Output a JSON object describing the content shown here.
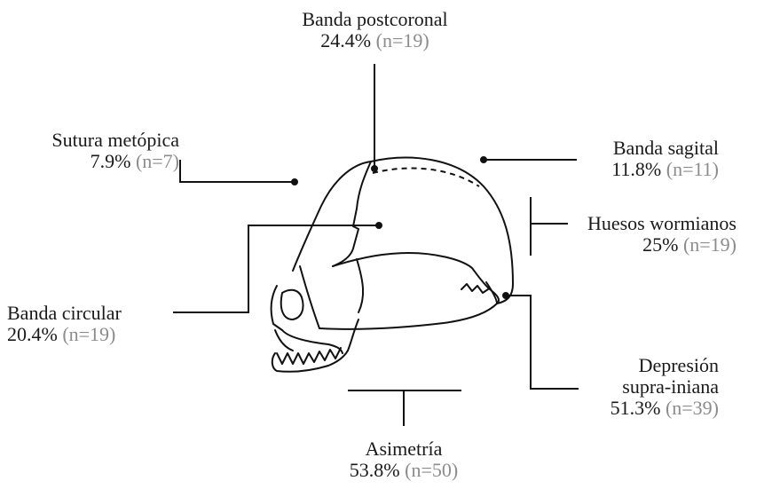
{
  "labels": {
    "postcoronal": {
      "name": "Banda postcoronal",
      "pct": "24.4%",
      "n": "(n=19)"
    },
    "sagital": {
      "name": "Banda sagital",
      "pct": "11.8%",
      "n": "(n=11)"
    },
    "metopica": {
      "name": "Sutura metópica",
      "pct": "7.9%",
      "n": "(n=7)"
    },
    "wormianos": {
      "name": "Huesos wormianos",
      "pct": "25%",
      "n": "(n=19)"
    },
    "circular": {
      "name": "Banda circular",
      "pct": "20.4%",
      "n": "(n=19)"
    },
    "depresion": {
      "name_line1": "Depresión",
      "name_line2": "supra-iniana",
      "pct": "51.3%",
      "n": "(n=39)"
    },
    "asimetria": {
      "name": "Asimetría",
      "pct": "53.8%",
      "n": "(n=50)"
    }
  },
  "colors": {
    "text": "#1a1a1a",
    "count": "#8c8c8c",
    "line": "#111111"
  }
}
